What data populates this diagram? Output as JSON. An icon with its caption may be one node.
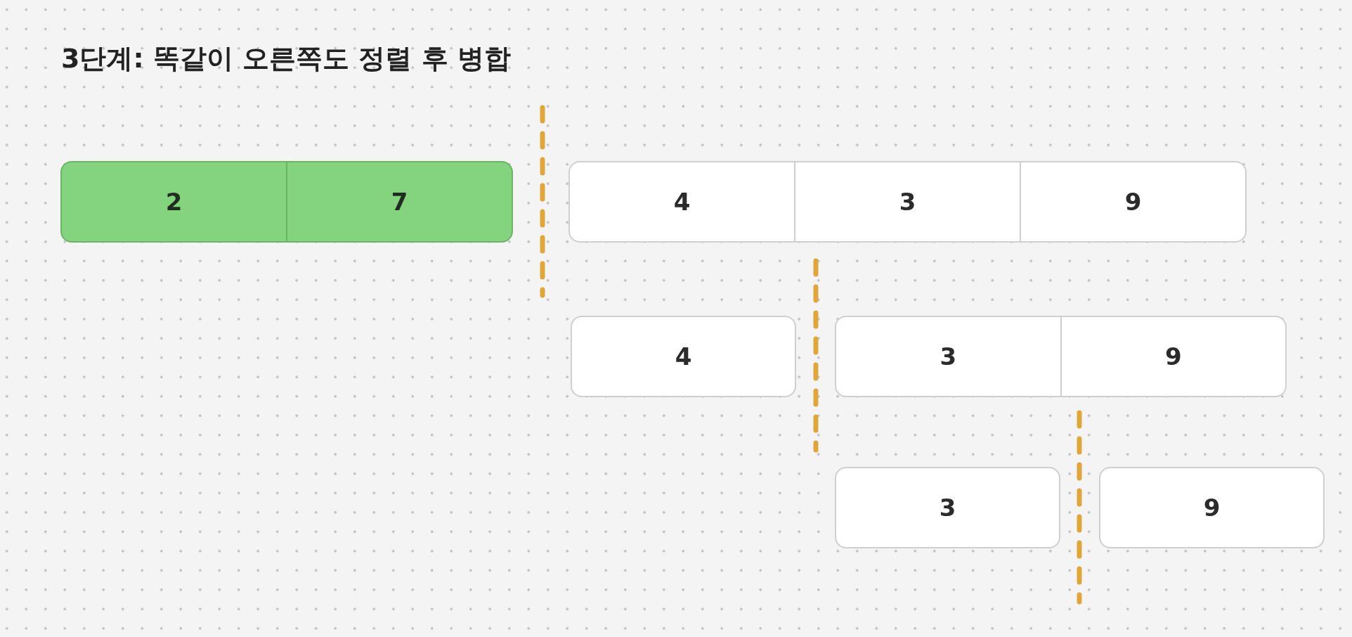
{
  "diagram": {
    "title": "3단계: 똑같이 오른쪽도 정렬 후 병합",
    "nodes": [
      {
        "text": [],
        "shape": "box"
      },
      {
        "text": [
          "2"
        ],
        "in": 0
      },
      {
        "text": [
          "7"
        ],
        "in": 0
      },
      {
        "text": [],
        "shape": "box"
      },
      {
        "text": [
          "4"
        ],
        "in": 3
      },
      {
        "text": [
          "3"
        ],
        "in": 3
      },
      {
        "text": [
          "9"
        ],
        "in": 3
      },
      {
        "text": [
          "4"
        ]
      },
      {
        "text": [],
        "shape": "box"
      },
      {
        "text": [
          "3"
        ],
        "in": 8
      },
      {
        "text": [
          "9"
        ],
        "in": 8
      },
      {
        "text": [
          "3"
        ]
      },
      {
        "text": [
          "9"
        ]
      }
    ]
  }
}
